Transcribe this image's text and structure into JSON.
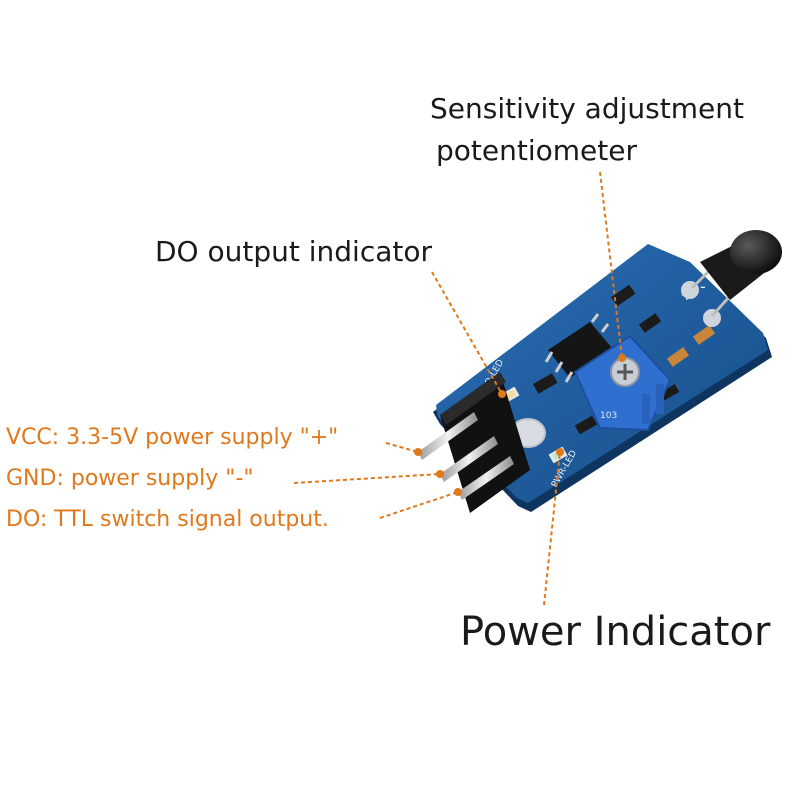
{
  "labels": {
    "sensitivity_line1": "Sensitivity adjustment",
    "sensitivity_line2": "potentiometer",
    "do_indicator": "DO output indicator",
    "vcc": "VCC: 3.3-5V power supply \"+\"",
    "gnd": "GND: power supply \"-\"",
    "do_pin": "DO:  TTL switch signal output.",
    "power_indicator": "Power Indicator"
  },
  "board_marks": {
    "do_led": "DO-LED",
    "pwr_led": "PWR-LED",
    "plus": "+",
    "minus": "-",
    "pot_marking": "103"
  },
  "colors": {
    "label_text": "#1a1a1a",
    "pin_label_text": "#e0781c",
    "leader_line": "#e0781c",
    "pcb": "#1f5d9e",
    "pot": "#2f6fd0",
    "flame_sensor": "#161616"
  }
}
